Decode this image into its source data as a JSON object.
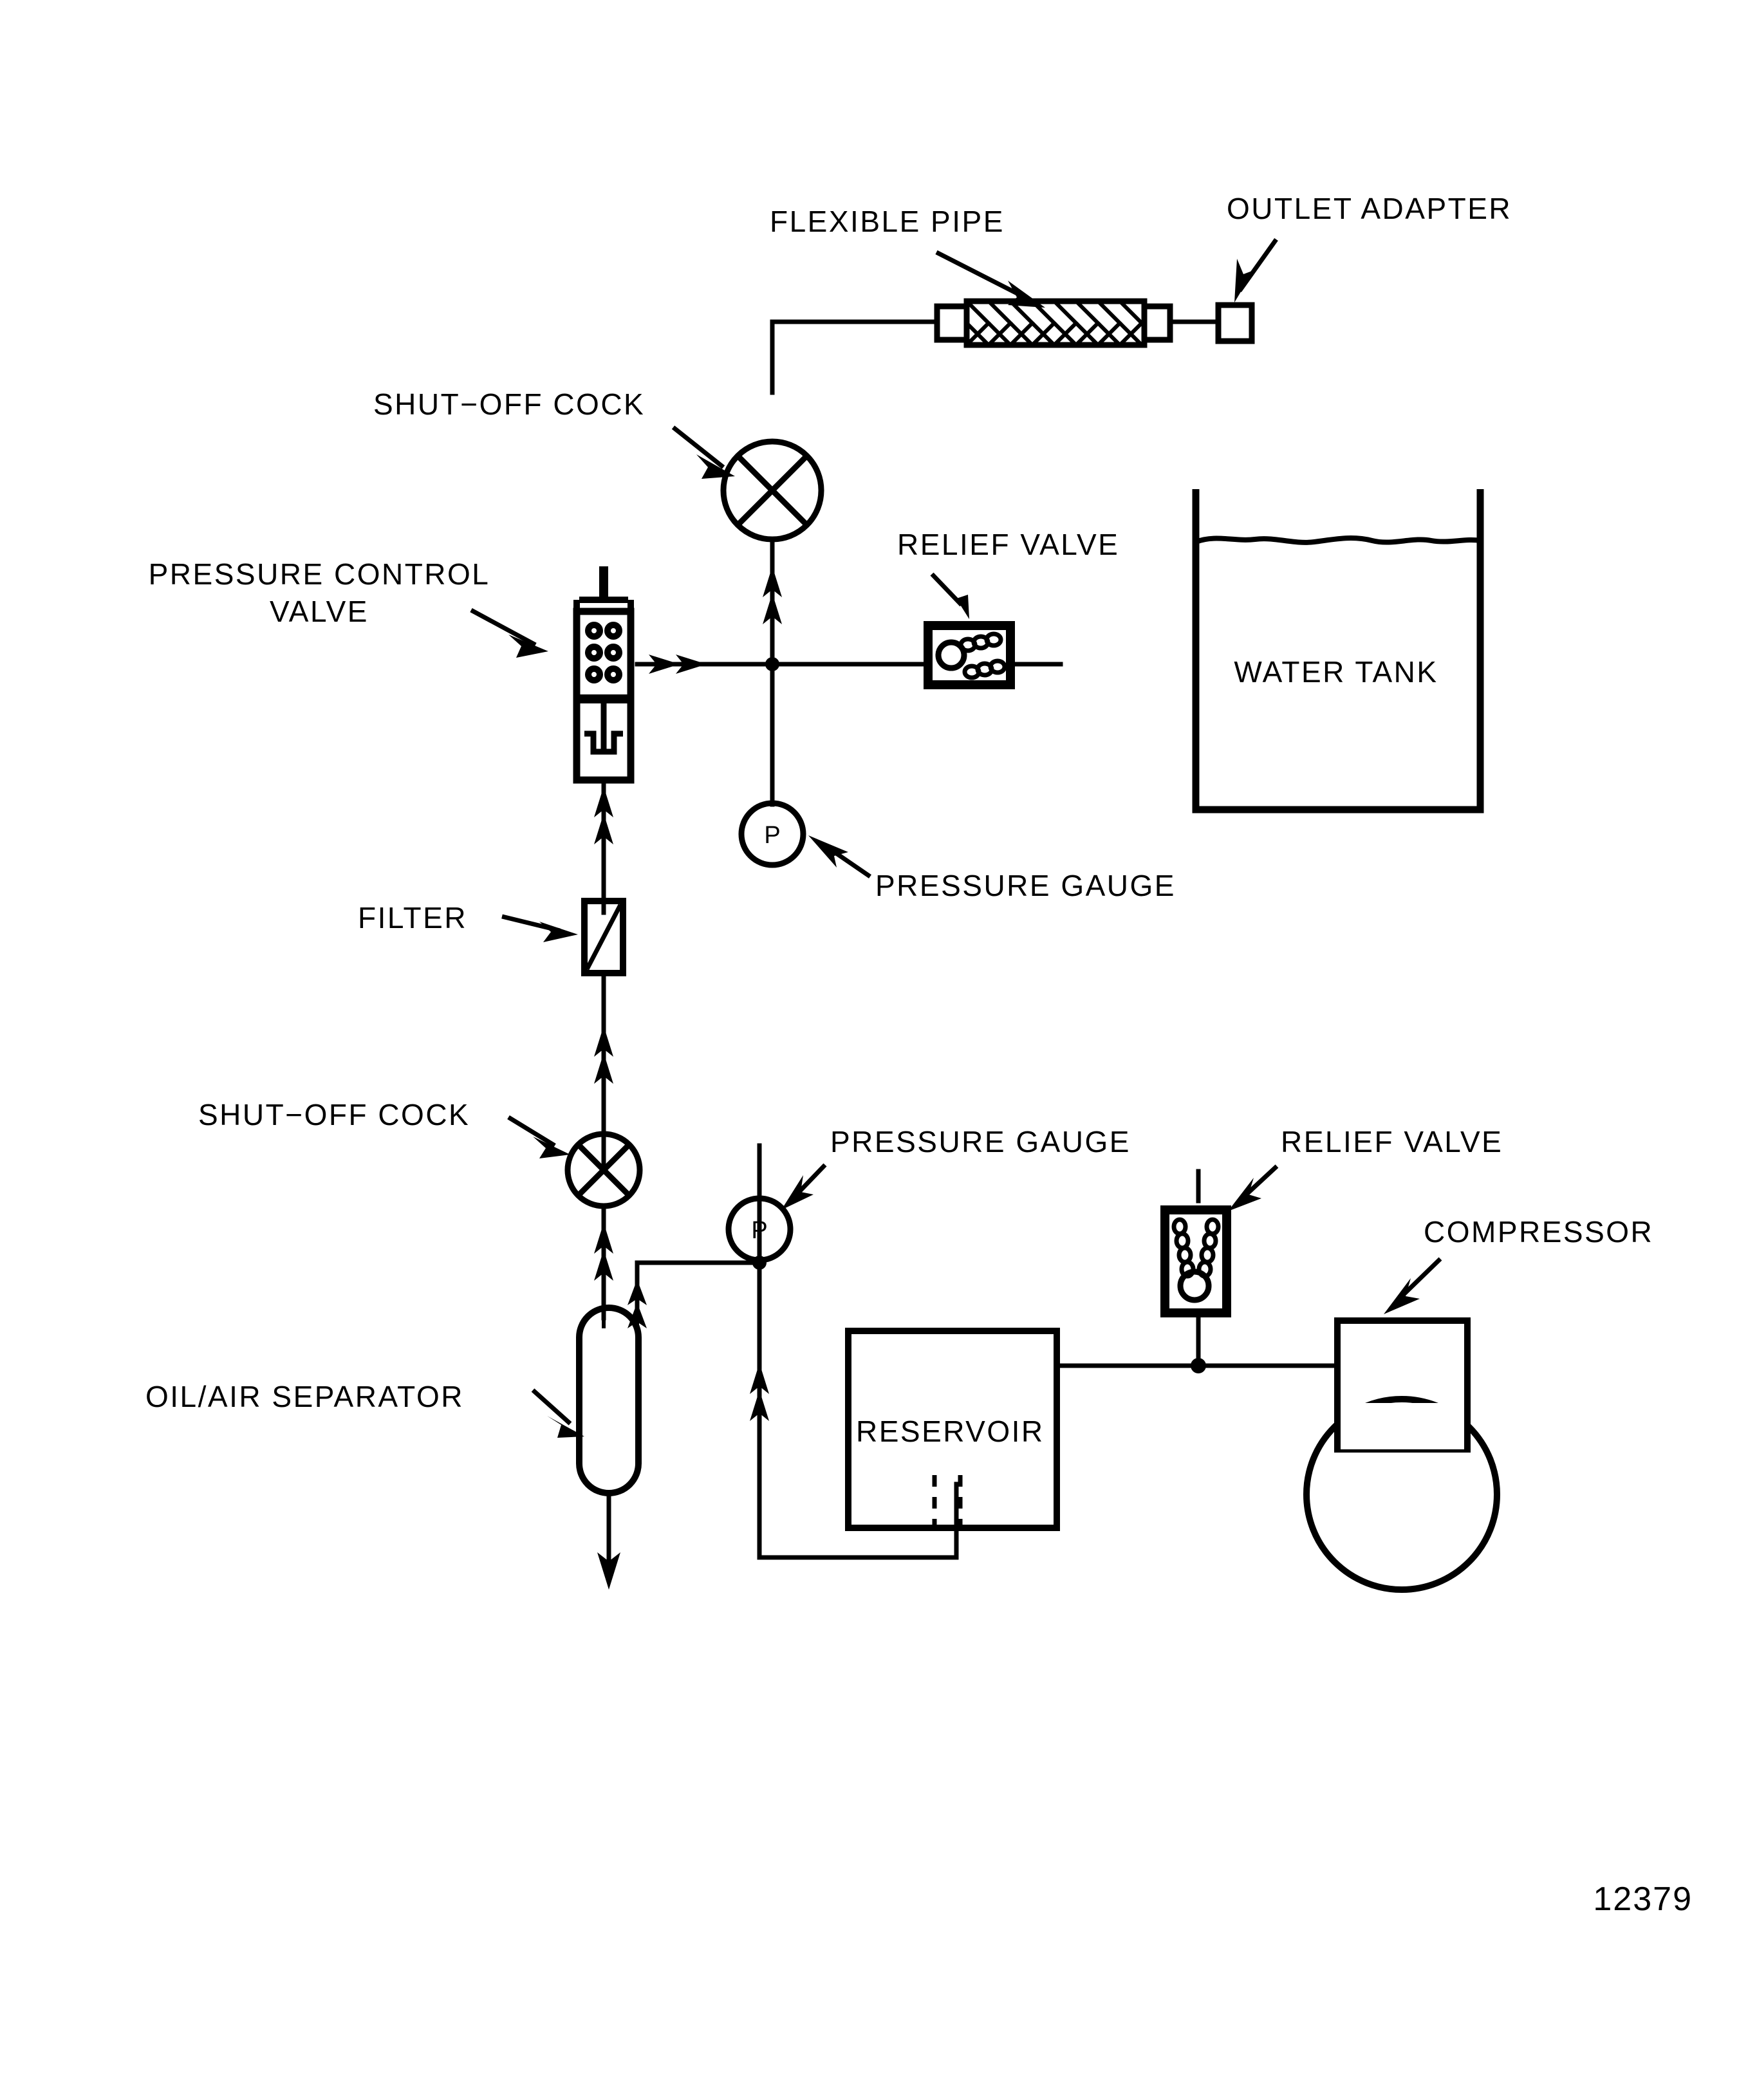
{
  "diagram": {
    "figure_number": "12379",
    "stroke_color": "#000000",
    "background_color": "#ffffff",
    "labels": {
      "flexible_pipe": "FLEXIBLE PIPE",
      "outlet_adapter": "OUTLET ADAPTER",
      "shut_off_cock_top": "SHUT−OFF COCK",
      "pressure_control_valve_line1": "PRESSURE CONTROL",
      "pressure_control_valve_line2": "VALVE",
      "relief_valve_top": "RELIEF VALVE",
      "water_tank": "WATER  TANK",
      "pressure_gauge_top": "PRESSURE GAUGE",
      "filter": "FILTER",
      "shut_off_cock_bottom": "SHUT−OFF COCK",
      "pressure_gauge_bottom": "PRESSURE GAUGE",
      "relief_valve_bottom": "RELIEF VALVE",
      "compressor": "COMPRESSOR",
      "oil_air_separator": "OIL/AIR SEPARATOR",
      "reservoir": "RESERVOIR"
    },
    "gauge_symbol": "P",
    "components": [
      {
        "id": "flexible-pipe",
        "name": "FLEXIBLE PIPE",
        "kind": "hose"
      },
      {
        "id": "outlet-adapter",
        "name": "OUTLET ADAPTER",
        "kind": "fitting"
      },
      {
        "id": "shut-off-cock-top",
        "name": "SHUT−OFF COCK",
        "kind": "cock-valve"
      },
      {
        "id": "pressure-control-valve",
        "name": "PRESSURE CONTROL VALVE",
        "kind": "regulator"
      },
      {
        "id": "relief-valve-top",
        "name": "RELIEF VALVE",
        "kind": "relief-valve"
      },
      {
        "id": "water-tank",
        "name": "WATER TANK",
        "kind": "tank"
      },
      {
        "id": "pressure-gauge-top",
        "name": "PRESSURE GAUGE",
        "kind": "gauge"
      },
      {
        "id": "filter",
        "name": "FILTER",
        "kind": "filter"
      },
      {
        "id": "shut-off-cock-bottom",
        "name": "SHUT−OFF COCK",
        "kind": "cock-valve"
      },
      {
        "id": "pressure-gauge-bottom",
        "name": "PRESSURE GAUGE",
        "kind": "gauge"
      },
      {
        "id": "relief-valve-bottom",
        "name": "RELIEF VALVE",
        "kind": "relief-valve"
      },
      {
        "id": "compressor",
        "name": "COMPRESSOR",
        "kind": "compressor"
      },
      {
        "id": "oil-air-separator",
        "name": "OIL/AIR SEPARATOR",
        "kind": "separator"
      },
      {
        "id": "reservoir",
        "name": "RESERVOIR",
        "kind": "reservoir"
      }
    ]
  }
}
